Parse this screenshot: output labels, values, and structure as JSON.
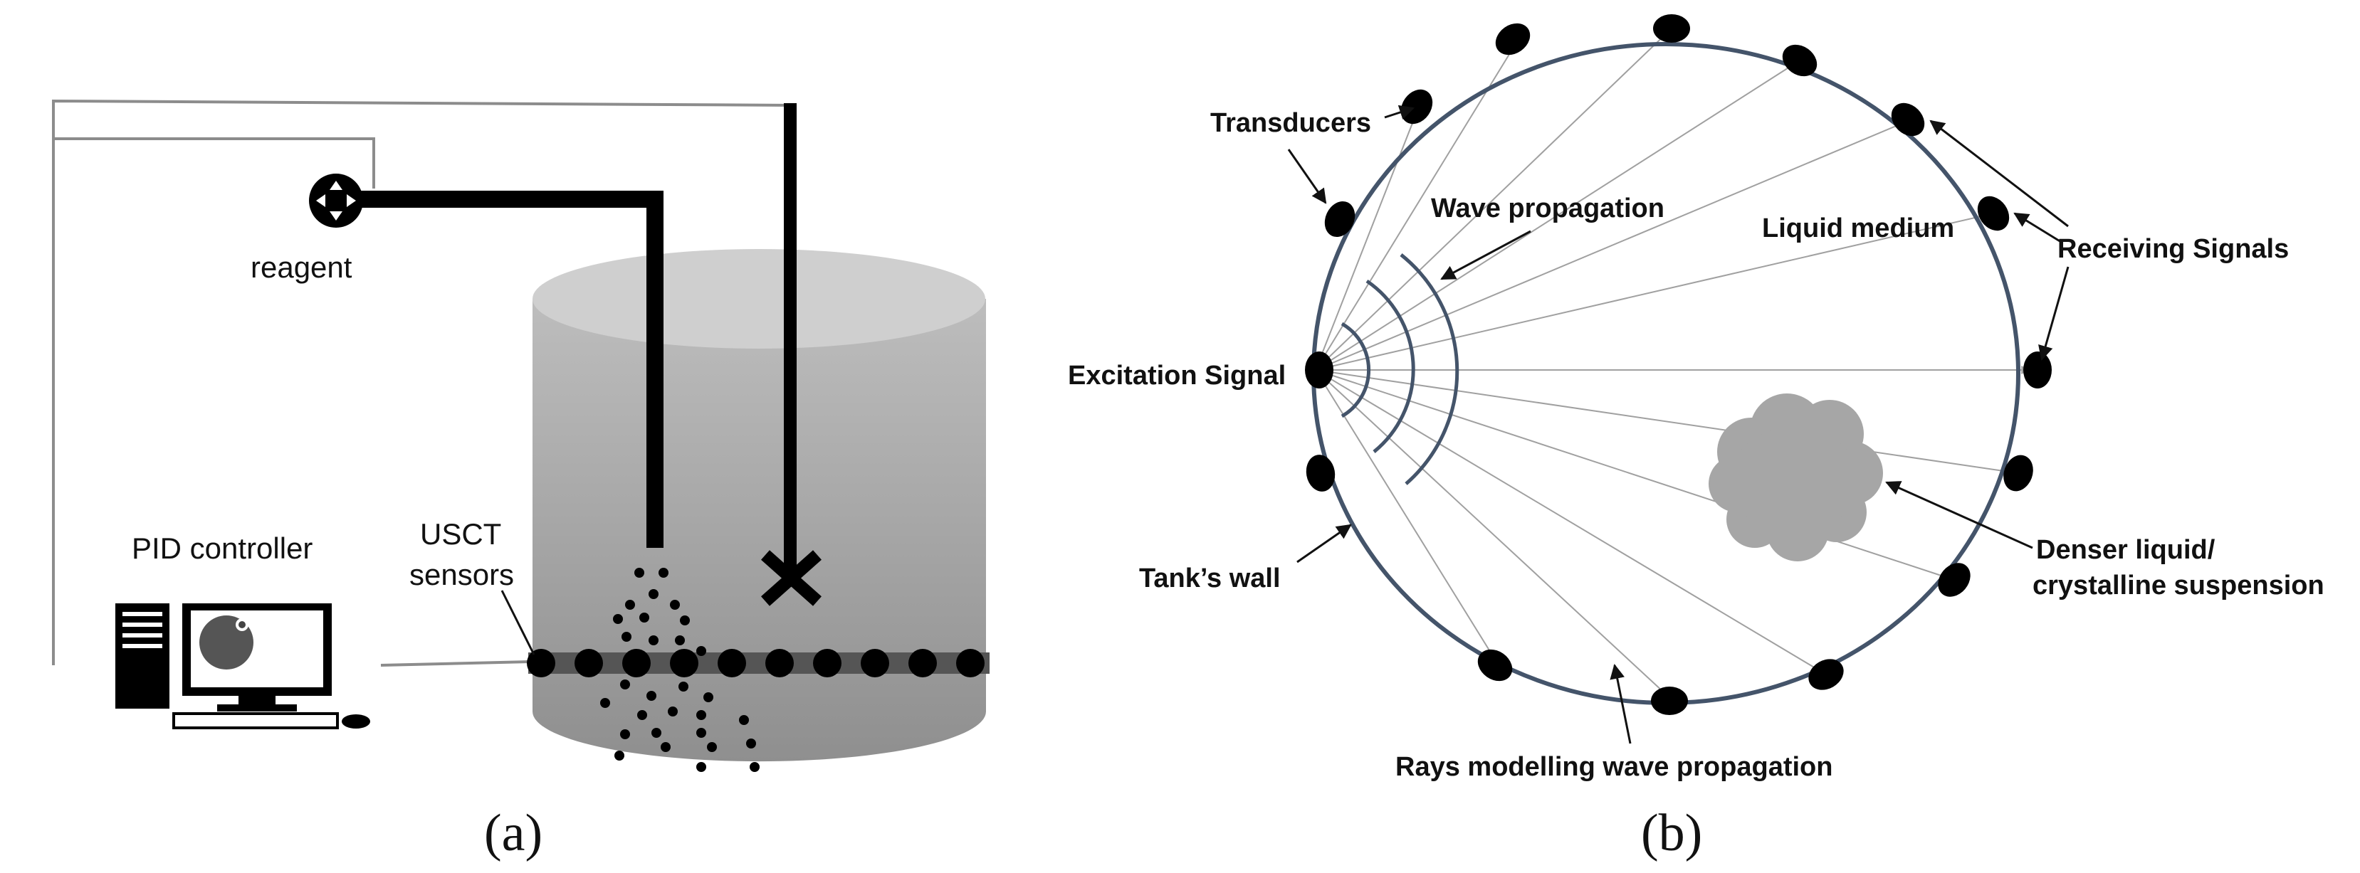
{
  "panel_a": {
    "reagent_label": "reagent",
    "pid_label": "PID controller",
    "sensor_label_line1": "USCT",
    "sensor_label_line2": "sensors",
    "caption": "(a)"
  },
  "panel_b": {
    "transducers_label": "Transducers",
    "wave_propagation_label": "Wave propagation",
    "liquid_medium_label": "Liquid medium",
    "receiving_signals_label": "Receiving Signals",
    "excitation_signal_label": "Excitation Signal",
    "tank_wall_label": "Tank’s wall",
    "denser_liquid_line1": "Denser liquid/",
    "denser_liquid_line2": "crystalline suspension",
    "rays_label": "Rays modelling wave propagation",
    "caption": "(b)"
  },
  "colors": {
    "tank_body": "#a6a6a6",
    "tank_top": "#c8c8c8",
    "pipe": "#000000",
    "wire": "#8c8c8c",
    "circle_wall": "#44546a",
    "ray": "#a0a0a0",
    "cloud": "#a6a6a6"
  }
}
